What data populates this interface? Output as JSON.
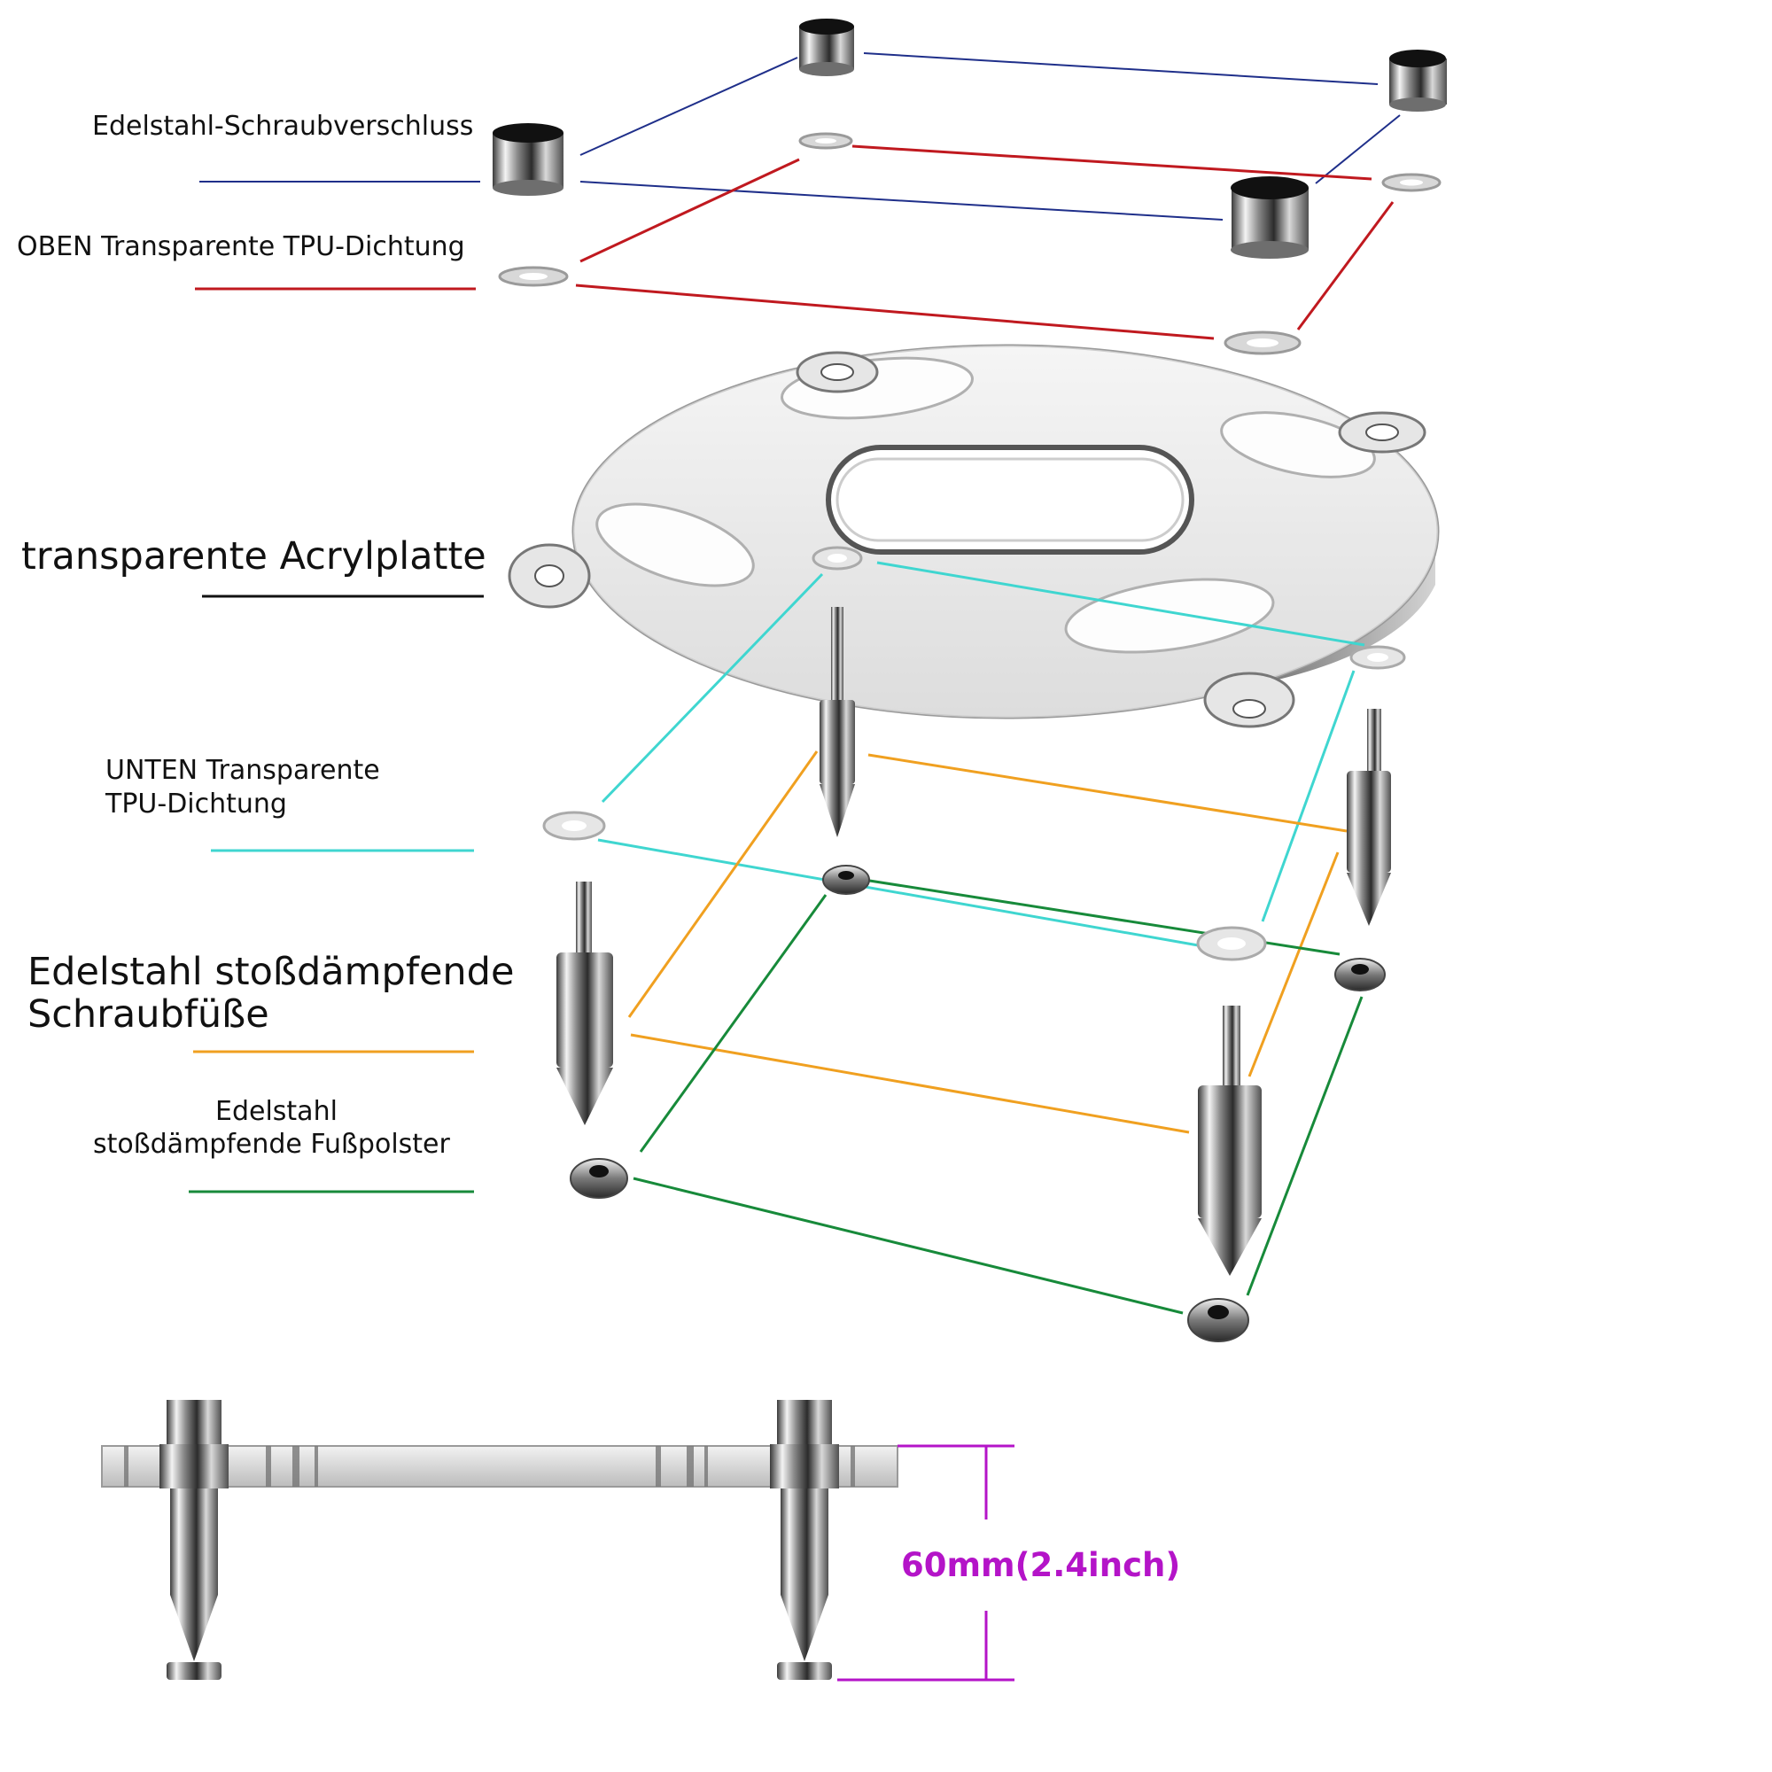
{
  "labels": {
    "cap": "Edelstahl-Schraubverschluss",
    "top_seal": "OBEN Transparente TPU-Dichtung",
    "plate": "transparente Acrylplatte",
    "bottom_seal_line1": "UNTEN Transparente",
    "bottom_seal_line2": "TPU-Dichtung",
    "spike_line1": "Edelstahl stoßdämpfende",
    "spike_line2": "Schraubfüße",
    "pad_line1": "Edelstahl",
    "pad_line2": "stoßdämpfende Fußpolster"
  },
  "dimension": {
    "text": "60mm(2.4inch)"
  },
  "colors": {
    "cap": "#1f2f8a",
    "top_seal": "#c0191f",
    "plate": "#111111",
    "bottom_seal": "#3fd6d0",
    "spike": "#f0a020",
    "pad": "#178a3a",
    "dimension": "#b414c8"
  }
}
